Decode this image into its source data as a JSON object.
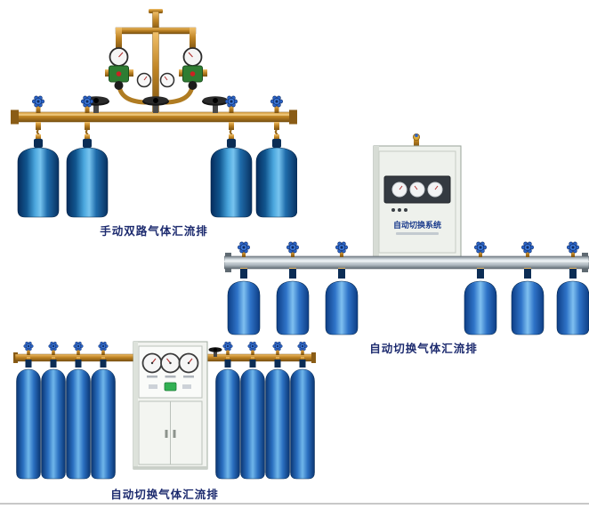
{
  "products": [
    {
      "name": "manual-dual-manifold",
      "caption": "手动双路气体汇流排"
    },
    {
      "name": "auto-switch-manifold-wall",
      "caption": "自动切换气体汇流排",
      "cabinet_label": "自动切换系统"
    },
    {
      "name": "auto-switch-manifold-floor",
      "caption": "自动切换气体汇流排"
    }
  ],
  "colors": {
    "caption": "#1d2b6f",
    "brass": "#bf8425",
    "cylinder_blue": "#1f6cab",
    "rail_silver": "#aeb8bf",
    "cabinet_white": "#eef1ec",
    "regulator_green": "#2e7d32",
    "gauge_face": "#f5f5f5",
    "handle_blue": "#2a63c8"
  }
}
